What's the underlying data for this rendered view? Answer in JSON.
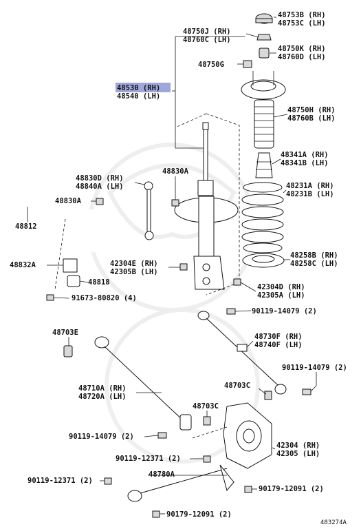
{
  "diagram_code": "483274A",
  "labels": {
    "l48753": [
      "48753B (RH)",
      "48753C (LH)"
    ],
    "l48750j": [
      "48750J (RH)",
      "48760C (LH)"
    ],
    "l48750k": [
      "48750K (RH)",
      "48760D (LH)"
    ],
    "l48750g": "48750G",
    "l48530": [
      "48530 (RH)",
      "48540 (LH)"
    ],
    "l48750h": [
      "48750H (RH)",
      "48760B (LH)"
    ],
    "l48341": [
      "48341A (RH)",
      "48341B (LH)"
    ],
    "l48830": "48830A",
    "l48830d": [
      "48830D (RH)",
      "48840A (LH)"
    ],
    "l48231": [
      "48231A (RH)",
      "48231B (LH)"
    ],
    "l48830b": "48830A",
    "l48812": "48812",
    "l48258": [
      "48258B (RH)",
      "48258C (LH)"
    ],
    "l42304e": [
      "42304E (RH)",
      "42305B (LH)"
    ],
    "l48832": "48832A",
    "l48818": "48818",
    "l42304d": [
      "42304D (RH)",
      "42305A (LH)"
    ],
    "l91673": "91673-80820 (4)",
    "l90119a": "90119-14079 (2)",
    "l48703e": "48703E",
    "l48730": [
      "48730F (RH)",
      "48740F (LH)"
    ],
    "l90119b": "90119-14079 (2)",
    "l48703c1": "48703C",
    "l48710": [
      "48710A (RH)",
      "48720A (LH)"
    ],
    "l48703c2": "48703C",
    "l90119c": "90119-14079 (2)",
    "l42304": [
      "42304 (RH)",
      "42305 (LH)"
    ],
    "l90119d": "90119-12371 (2)",
    "l48780": "48780A",
    "l90119e": "90119-12371 (2)",
    "l90179a": "90179-12091 (2)",
    "l90179b": "90179-12091 (2)"
  },
  "highlight_color": "#9fa6d9"
}
